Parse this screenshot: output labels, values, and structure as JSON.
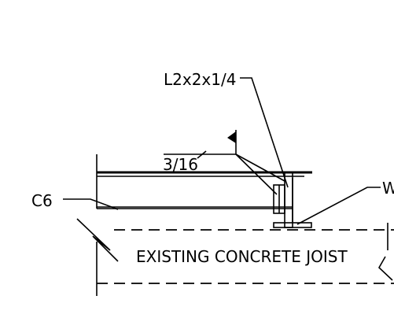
{
  "labels": {
    "angle": "L2x2x1/4",
    "weld": "3/16",
    "channel": "C6",
    "beam": "W",
    "joist": "EXISTING CONCRETE JOIST"
  }
}
